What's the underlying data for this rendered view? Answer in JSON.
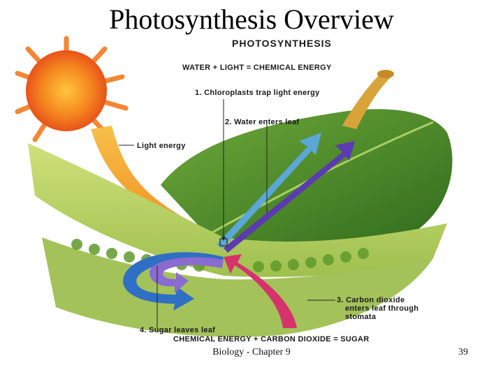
{
  "slide": {
    "title": "Photosynthesis Overview",
    "footer_text": "Biology - Chapter 9",
    "page_number": "39"
  },
  "diagram": {
    "heading": "PHOTOSYNTHESIS",
    "equation_top": "WATER + LIGHT = CHEMICAL ENERGY",
    "step1": "1. Chloroplasts trap light energy",
    "step2": "2. Water enters leaf",
    "light_label": "Light energy",
    "step3_line1": "3. Carbon dioxide",
    "step3_line2": "enters leaf through",
    "step3_line3": "stomata",
    "step4": "4. Sugar leaves leaf",
    "equation_bottom": "CHEMICAL ENERGY + CARBON DIOXIDE = SUGAR"
  },
  "colors": {
    "sun": "#f26a1b",
    "sun_core": "#ffb02e",
    "leaf": "#4f8f2a",
    "leaf_light": "#9cc24a",
    "water_arrow": "#5aa7d8",
    "sugar_arrow": "#5b3bb0",
    "co2_arrow": "#d6336c",
    "light_arrow": "#f5a623"
  }
}
